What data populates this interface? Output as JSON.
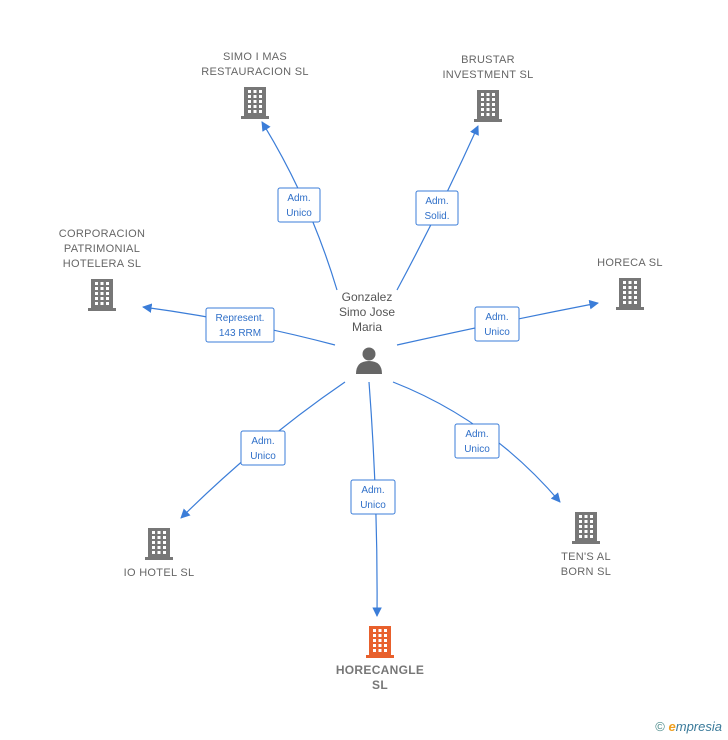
{
  "center": {
    "name_lines": [
      "Gonzalez",
      "Simo Jose",
      "Maria"
    ],
    "icon": "person-icon"
  },
  "nodes": [
    {
      "id": "simo-i-mas",
      "lines": [
        "SIMO I MAS",
        "RESTAURACION SL"
      ],
      "icon": "building-icon",
      "color": "#777777"
    },
    {
      "id": "brustar",
      "lines": [
        "BRUSTAR",
        "INVESTMENT SL"
      ],
      "icon": "building-icon",
      "color": "#777777"
    },
    {
      "id": "corporacion",
      "lines": [
        "CORPORACION",
        "PATRIMONIAL",
        "HOTELERA SL"
      ],
      "icon": "building-icon",
      "color": "#777777"
    },
    {
      "id": "horeca",
      "lines": [
        "HORECA SL"
      ],
      "icon": "building-icon",
      "color": "#777777"
    },
    {
      "id": "io-hotel",
      "lines": [
        "IO HOTEL SL"
      ],
      "icon": "building-icon",
      "color": "#777777"
    },
    {
      "id": "horecangle",
      "lines": [
        "HORECANGLE",
        "SL"
      ],
      "icon": "building-icon",
      "color": "#e8602c",
      "main": true
    },
    {
      "id": "tens-al-born",
      "lines": [
        "TEN'S AL",
        "BORN  SL"
      ],
      "icon": "building-icon",
      "color": "#777777"
    }
  ],
  "edges": [
    {
      "target": "simo-i-mas",
      "label": [
        "Adm.",
        "Unico"
      ]
    },
    {
      "target": "brustar",
      "label": [
        "Adm.",
        "Solid."
      ]
    },
    {
      "target": "corporacion",
      "label": [
        "Represent.",
        "143 RRM"
      ]
    },
    {
      "target": "horeca",
      "label": [
        "Adm.",
        "Unico"
      ]
    },
    {
      "target": "io-hotel",
      "label": [
        "Adm.",
        "Unico"
      ]
    },
    {
      "target": "horecangle",
      "label": [
        "Adm.",
        "Unico"
      ]
    },
    {
      "target": "tens-al-born",
      "label": [
        "Adm.",
        "Unico"
      ]
    }
  ],
  "footer": {
    "copyright": "©",
    "brand_initial": "e",
    "brand_rest": "mpresia"
  },
  "colors": {
    "edge": "#3b7dd8",
    "building": "#777777",
    "building_main": "#e8602c",
    "person": "#666666"
  }
}
